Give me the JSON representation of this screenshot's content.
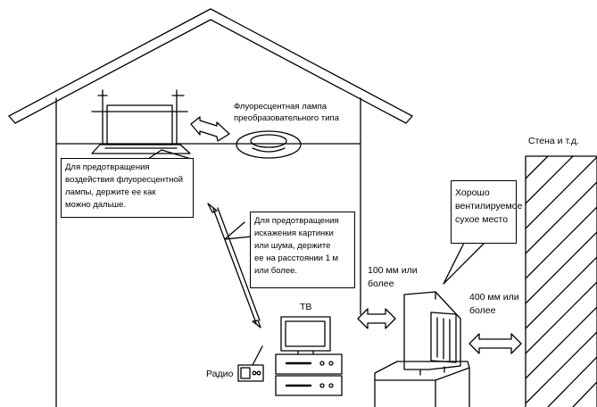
{
  "labels": {
    "fluorescent_lamp": "Флуоресцентная лампа\nпреобразовательного типа",
    "wall": "Стена и т.д.",
    "tv": "ТВ",
    "radio": "Радио",
    "dist_100": "100 мм или\nболее",
    "dist_400": "400 мм или\nболее"
  },
  "callouts": {
    "lamp_note": "Для предотвращения\nвоздействия флуоресцентной\nлампы, держите ее как\nможно дальше.",
    "tv_note": "Для предотвращения\nискажения картинки\nили шума, держите\nее на расстоянии 1 м\nили более.",
    "location_note": "Хорошо\nвентилируемое\nсухое место"
  }
}
